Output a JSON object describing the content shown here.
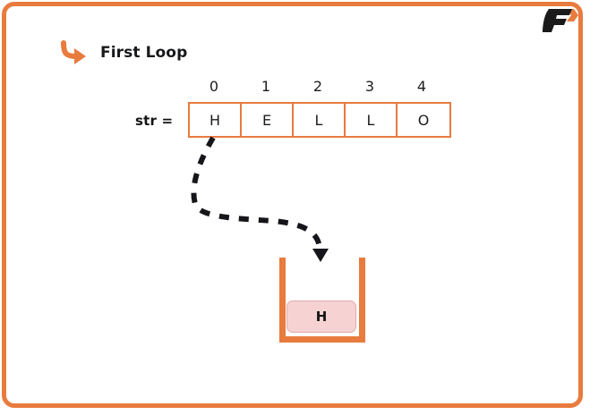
{
  "theme": {
    "accent_orange": "#E87B3E",
    "background": "#ffffff",
    "text_dark": "#17181a",
    "stack_item_fill": "#F6D2D3",
    "stack_item_border": "#E3A9A9"
  },
  "logo": {
    "name": "brand-logo-f-chevron",
    "letter": "F",
    "chevron_color": "#E87B3E",
    "letter_color": "#1a1a1a"
  },
  "heading": {
    "arrow_icon": "curved-arrow-right-icon",
    "title": "First Loop"
  },
  "array": {
    "variable_label": "str =",
    "indices": [
      "0",
      "1",
      "2",
      "3",
      "4"
    ],
    "cells": [
      "H",
      "E",
      "L",
      "L",
      "O"
    ]
  },
  "flow": {
    "arrow_icon": "dashed-curved-arrow-down-icon",
    "from": "str[0]",
    "to": "stack"
  },
  "stack": {
    "name": "stack-container",
    "items": [
      "H"
    ]
  }
}
